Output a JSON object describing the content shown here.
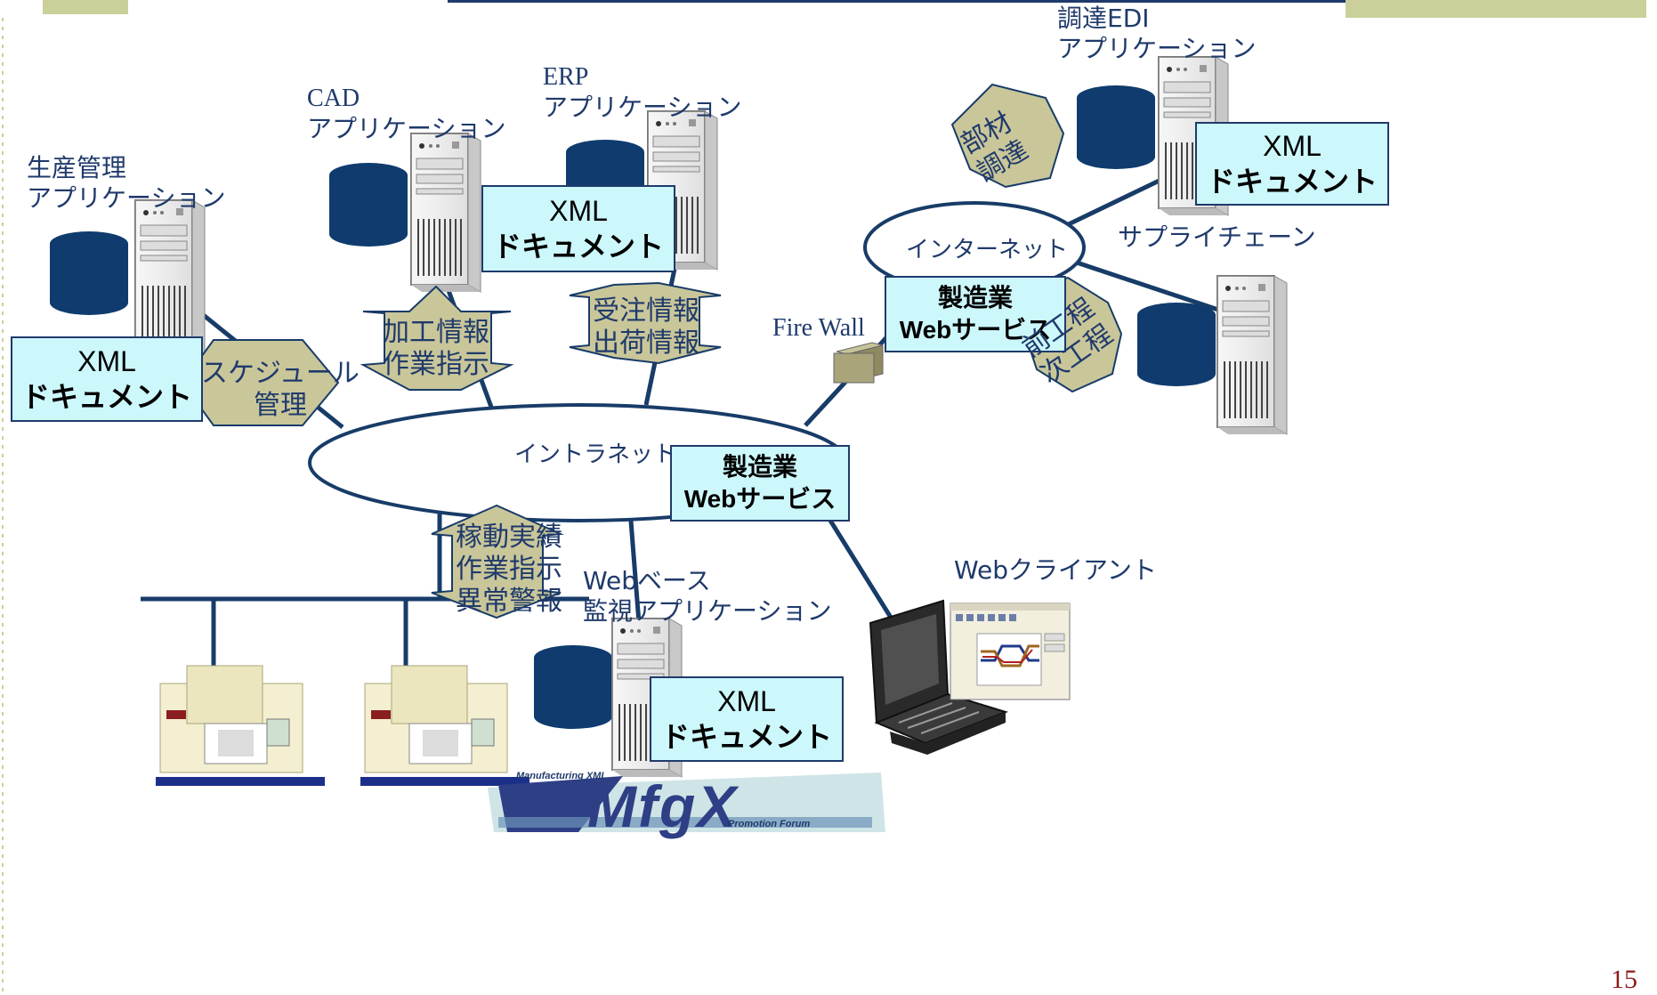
{
  "nodes": {
    "seisan": [
      "生産管理",
      "アプリケーション"
    ],
    "cad": [
      "CAD",
      "アプリケーション"
    ],
    "erp": [
      "ERP",
      "アプリケーション"
    ],
    "edi": [
      "調達EDI",
      "アプリケーション"
    ],
    "supply_chain": "サプライチェーン",
    "fire_wall": "Fire Wall",
    "web_client": "Webクライアント",
    "web_monitor": [
      "Webベース",
      "監視アプリケーション"
    ]
  },
  "networks": {
    "intranet": "イントラネット",
    "internet": "インターネット"
  },
  "xml_document": [
    "XML",
    "ドキュメント"
  ],
  "web_service": [
    "製造業",
    "Webサービス"
  ],
  "flows": {
    "schedule": [
      "スケジュール",
      "管理"
    ],
    "kakou": [
      "加工情報",
      "作業指示"
    ],
    "juchu": [
      "受注情報",
      "出荷情報"
    ],
    "kadou": [
      "稼動実績",
      "作業指示",
      "異常警報"
    ],
    "buzai": [
      "部材",
      "調達"
    ],
    "kotei": [
      "前工程",
      "次工程"
    ]
  },
  "logo": {
    "top": "Manufacturing XML",
    "main": "MfgX",
    "bottom": "Promotion Forum"
  },
  "page_number": "15",
  "colors": {
    "navy": "#0f3b6e",
    "line": "#183c68",
    "box_fill": "#ccf7fb",
    "arrow_fill": "#c9c69a",
    "text": "#1f3a6b"
  }
}
